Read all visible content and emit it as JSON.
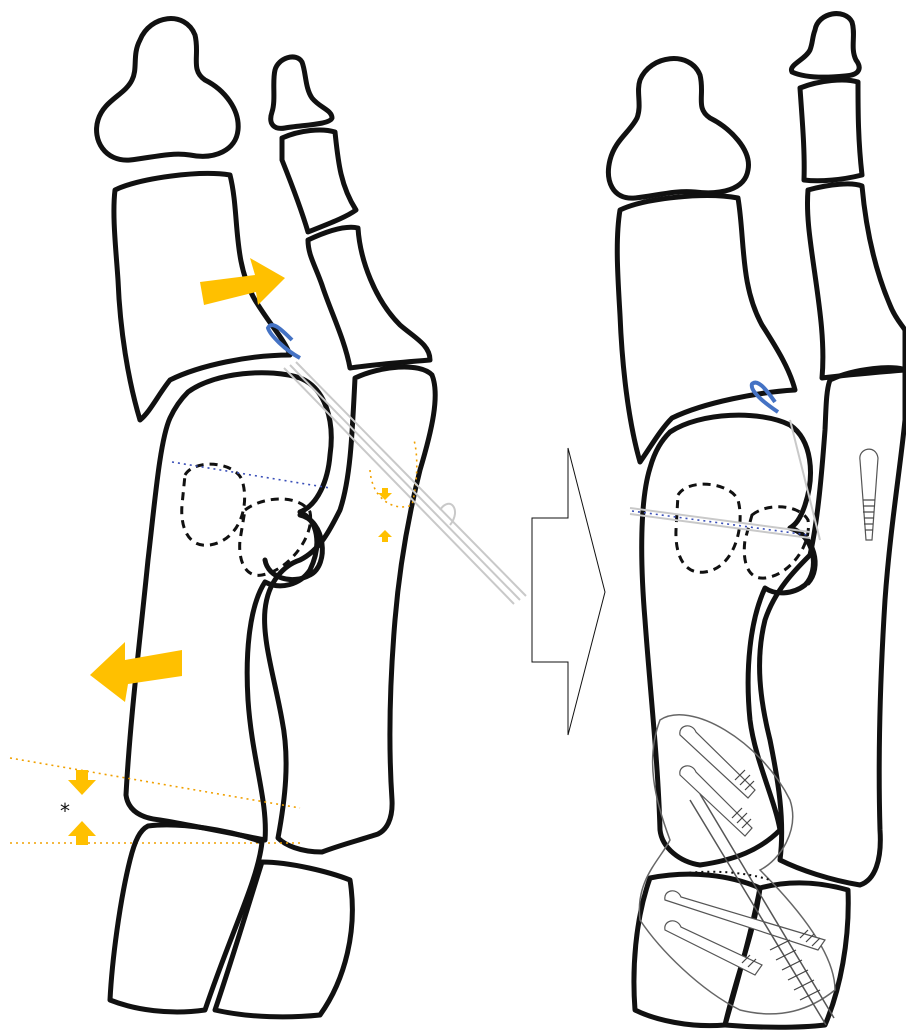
{
  "figure": {
    "asterisk_label": "*",
    "colors": {
      "bone_outline": "#111111",
      "arrow": "#ffc000",
      "tendon_loop": "#4472c4",
      "osteotomy_line_blue": "#3a4fb8",
      "osteotomy_line_orange": "#f0a000",
      "suture": "#cfcfcf",
      "transition_arrow": "#ffffff"
    },
    "panels": [
      {
        "name": "preoperative-foot",
        "arrows": [
          "lateral-shift-arrow",
          "medial-shift-arrow",
          "joint-compression-arrows"
        ]
      },
      {
        "name": "postoperative-foot",
        "implants": [
          "headless-screw",
          "lapidus-plate",
          "cortical-screws",
          "suture-button"
        ]
      }
    ],
    "transition_icon": "right-arrow-outline"
  }
}
